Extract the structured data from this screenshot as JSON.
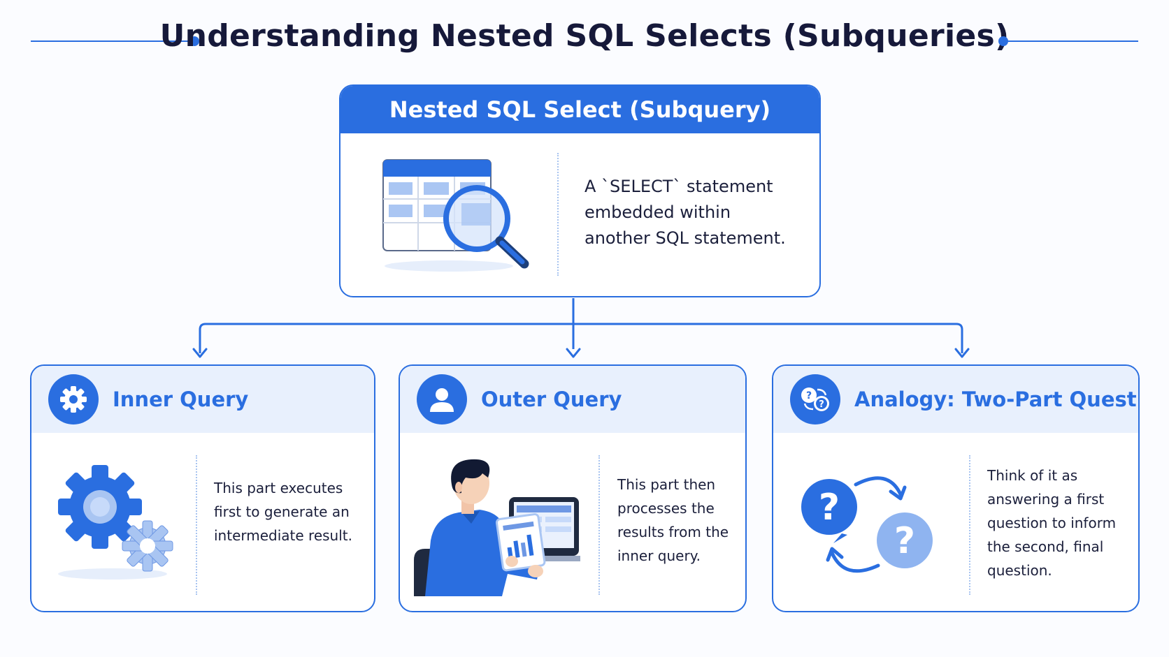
{
  "title": "Understanding Nested SQL Selects (Subqueries)",
  "main_card": {
    "header": "Nested SQL Select (Subquery)",
    "description": "A `SELECT` statement embedded within another SQL statement."
  },
  "cards": [
    {
      "title": "Inner Query",
      "icon": "gear-icon",
      "description": "This part executes first to generate an intermediate result."
    },
    {
      "title": "Outer Query",
      "icon": "user-icon",
      "description": "This part then processes the results from the inner query."
    },
    {
      "title": "Analogy: Two-Part Question",
      "icon": "question-cycle-icon",
      "description": "Think of it as answering a first question to inform the second, final question."
    }
  ],
  "colors": {
    "accent": "#2a6ee0",
    "header_tint": "#e8f0fd",
    "title_text": "#16193a"
  }
}
